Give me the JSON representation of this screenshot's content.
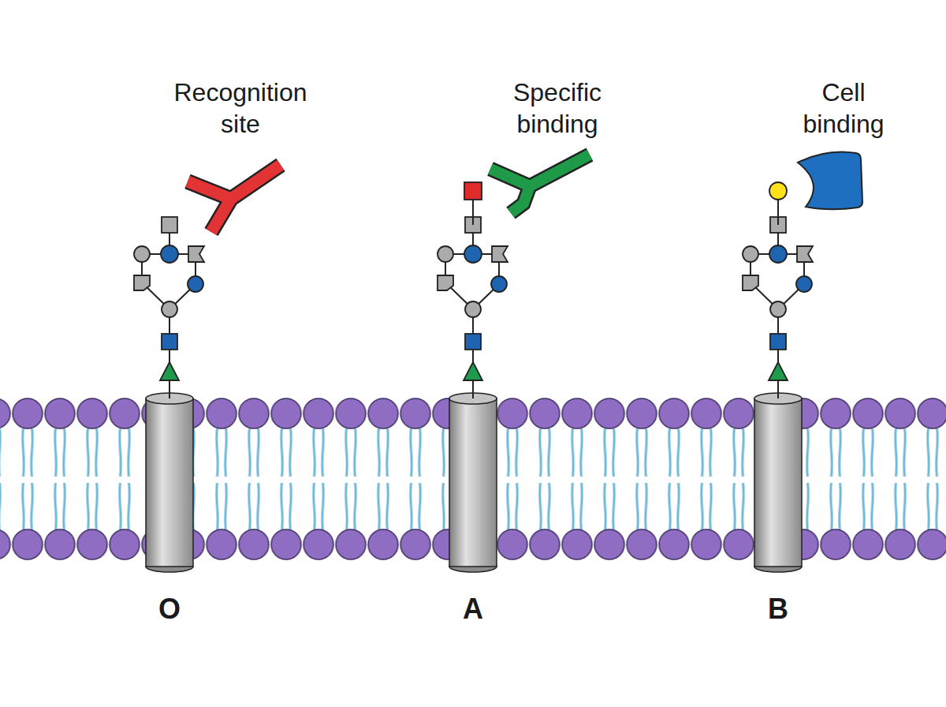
{
  "diagram": {
    "labels": [
      "Recognition site",
      "Specific binding",
      "Cell binding",
      "O",
      "A",
      "B"
    ]
  }
}
